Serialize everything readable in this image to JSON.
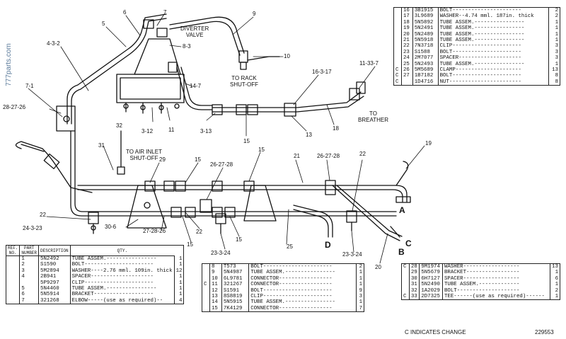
{
  "watermark": "777parts.com",
  "callouts": [
    {
      "id": "c7",
      "text": "7"
    },
    {
      "id": "c6",
      "text": "6"
    },
    {
      "id": "c5",
      "text": "5"
    },
    {
      "id": "c9",
      "text": "9"
    },
    {
      "id": "c432",
      "text": "4-3-2"
    },
    {
      "id": "c83",
      "text": "8-3"
    },
    {
      "id": "c10",
      "text": "10"
    },
    {
      "id": "c71",
      "text": "7-1"
    },
    {
      "id": "c147",
      "text": "14-7"
    },
    {
      "id": "c16317",
      "text": "16-3-17"
    },
    {
      "id": "c11337",
      "text": "11-33-7"
    },
    {
      "id": "c282726",
      "text": "28-27-26"
    },
    {
      "id": "c32",
      "text": "32"
    },
    {
      "id": "c312",
      "text": "3-12"
    },
    {
      "id": "c11",
      "text": "11"
    },
    {
      "id": "c313",
      "text": "3-13"
    },
    {
      "id": "c15a",
      "text": "15"
    },
    {
      "id": "c13",
      "text": "13"
    },
    {
      "id": "c18",
      "text": "18"
    },
    {
      "id": "c31",
      "text": "31"
    },
    {
      "id": "c29",
      "text": "29"
    },
    {
      "id": "c15b",
      "text": "15"
    },
    {
      "id": "c262728a",
      "text": "26-27-28"
    },
    {
      "id": "c15c",
      "text": "15"
    },
    {
      "id": "c21",
      "text": "21"
    },
    {
      "id": "c262728b",
      "text": "26-27-28"
    },
    {
      "id": "c22a",
      "text": "22"
    },
    {
      "id": "c19",
      "text": "19"
    },
    {
      "id": "c22b",
      "text": "22"
    },
    {
      "id": "c24323",
      "text": "24-3-23"
    },
    {
      "id": "c306",
      "text": "30-6"
    },
    {
      "id": "c272826",
      "text": "27-28-26"
    },
    {
      "id": "c22c",
      "text": "22"
    },
    {
      "id": "c15d",
      "text": "15"
    },
    {
      "id": "c15e",
      "text": "15"
    },
    {
      "id": "c25",
      "text": "25"
    },
    {
      "id": "c23324a",
      "text": "23-3-24"
    },
    {
      "id": "c23324b",
      "text": "23-3-24"
    },
    {
      "id": "c20",
      "text": "20"
    }
  ],
  "notes": {
    "diverter_valve": "DIVERTER\nVALVE",
    "to_rack": "TO RACK\nSHUT-OFF",
    "to_breather": "TO\nBREATHER",
    "to_air_inlet": "TO AIR INLET\nSHUT-OFF"
  },
  "letters": {
    "A": "A",
    "B": "B",
    "C": "C",
    "D": "D"
  },
  "table_headers": {
    "ref_no": "REF.\nNO.",
    "part_number": "PART\nNUMBER",
    "description": "DESCRIPTION",
    "qty": "QTY."
  },
  "table_left": [
    {
      "c": "",
      "ref": "1",
      "part": "5N2492",
      "desc": "TUBE ASSEM.----------------",
      "qty": "1"
    },
    {
      "c": "",
      "ref": "2",
      "part": "S1590",
      "desc": "BOLT----------------------",
      "qty": "1"
    },
    {
      "c": "",
      "ref": "3",
      "part": "5M2894",
      "desc": "WASHER----2.76 mml. 109in. thick",
      "qty": "12"
    },
    {
      "c": "",
      "ref": "4",
      "part": "2B941",
      "desc": "SPACER--------------------",
      "qty": "1"
    },
    {
      "c": "",
      "ref": "",
      "part": "5P9297",
      "desc": "CLIP----------------------",
      "qty": "1"
    },
    {
      "c": "",
      "ref": "5",
      "part": "5N4460",
      "desc": "TUBE ASSEM.----------------",
      "qty": "1"
    },
    {
      "c": "",
      "ref": "6",
      "part": "5N5914",
      "desc": "BRACKET-------------------",
      "qty": "1"
    },
    {
      "c": "",
      "ref": "7",
      "part": "321268",
      "desc": "ELBOW-----(use as required)--",
      "qty": "4"
    }
  ],
  "table_mid": [
    {
      "c": "",
      "ref": "8",
      "part": "T573",
      "desc": "BOLT----------------------",
      "qty": "2"
    },
    {
      "c": "",
      "ref": "9",
      "part": "5N4987",
      "desc": "TUBE ASSEM.----------------",
      "qty": "1"
    },
    {
      "c": "",
      "ref": "10",
      "part": "6L9781",
      "desc": "CONNECTOR-----------------",
      "qty": "1"
    },
    {
      "c": "C",
      "ref": "11",
      "part": "321267",
      "desc": "CONNECTOR-----------------",
      "qty": "1"
    },
    {
      "c": "",
      "ref": "12",
      "part": "S1591",
      "desc": "BOLT----------------------",
      "qty": "9"
    },
    {
      "c": "",
      "ref": "13",
      "part": "8S8819",
      "desc": "CLIP----------------------",
      "qty": "3"
    },
    {
      "c": "",
      "ref": "14",
      "part": "5N5915",
      "desc": "TUBE ASSEM.----------------",
      "qty": "1"
    },
    {
      "c": "",
      "ref": "15",
      "part": "7K4129",
      "desc": "CONNECTOR-----------------",
      "qty": "7"
    }
  ],
  "table_right_top": [
    {
      "c": "",
      "ref": "16",
      "part": "3B1915",
      "desc": "BOLT----------------------",
      "qty": "2"
    },
    {
      "c": "",
      "ref": "17",
      "part": "3L9689",
      "desc": "WASHER--4.74 mml. 187in. thick",
      "qty": "2"
    },
    {
      "c": "",
      "ref": "18",
      "part": "5N5892",
      "desc": "TUBE ASSEM.----------------",
      "qty": "1"
    },
    {
      "c": "",
      "ref": "19",
      "part": "5N2491",
      "desc": "TUBE ASSEM.----------------",
      "qty": "1"
    },
    {
      "c": "",
      "ref": "20",
      "part": "5N2489",
      "desc": "TUBE ASSEM.----------------",
      "qty": "1"
    },
    {
      "c": "",
      "ref": "21",
      "part": "5N5918",
      "desc": "TUBE ASSEM.----------------",
      "qty": "1"
    },
    {
      "c": "",
      "ref": "22",
      "part": "7N3718",
      "desc": "CLIP----------------------",
      "qty": "3"
    },
    {
      "c": "",
      "ref": "23",
      "part": "S1588",
      "desc": "BOLT----------------------",
      "qty": "3"
    },
    {
      "c": "",
      "ref": "24",
      "part": "2M7077",
      "desc": "SPACER--------------------",
      "qty": "3"
    },
    {
      "c": "",
      "ref": "25",
      "part": "5N2493",
      "desc": "TUBE ASSEM.----------------",
      "qty": "1"
    },
    {
      "c": "C",
      "ref": "26",
      "part": "5M5689",
      "desc": "CLAMP---------------------",
      "qty": "13"
    },
    {
      "c": "C",
      "ref": "27",
      "part": "1B7182",
      "desc": "BOLT----------------------",
      "qty": "8"
    },
    {
      "c": "C",
      "ref": "",
      "part": "1D4716",
      "desc": "NUT-----------------------",
      "qty": "8"
    }
  ],
  "table_right_bottom": [
    {
      "c": "C",
      "ref": "28",
      "part": "9M1974",
      "desc": "WASHER------------------",
      "qty": "13"
    },
    {
      "c": "",
      "ref": "29",
      "part": "5N5679",
      "desc": "BRACKET-----------------",
      "qty": "1"
    },
    {
      "c": "",
      "ref": "30",
      "part": "6H7127",
      "desc": "SPACER------------------",
      "qty": "6"
    },
    {
      "c": "",
      "ref": "31",
      "part": "5N2490",
      "desc": "TUBE ASSEM.-------------",
      "qty": "1"
    },
    {
      "c": "",
      "ref": "32",
      "part": "1A2029",
      "desc": "BOLT--------------------",
      "qty": "2"
    },
    {
      "c": "C",
      "ref": "33",
      "part": "2D7325",
      "desc": "TEE------(use as required)------",
      "qty": "1"
    }
  ],
  "footer": {
    "change_note": "C INDICATES CHANGE",
    "drawing_no": "229553"
  }
}
